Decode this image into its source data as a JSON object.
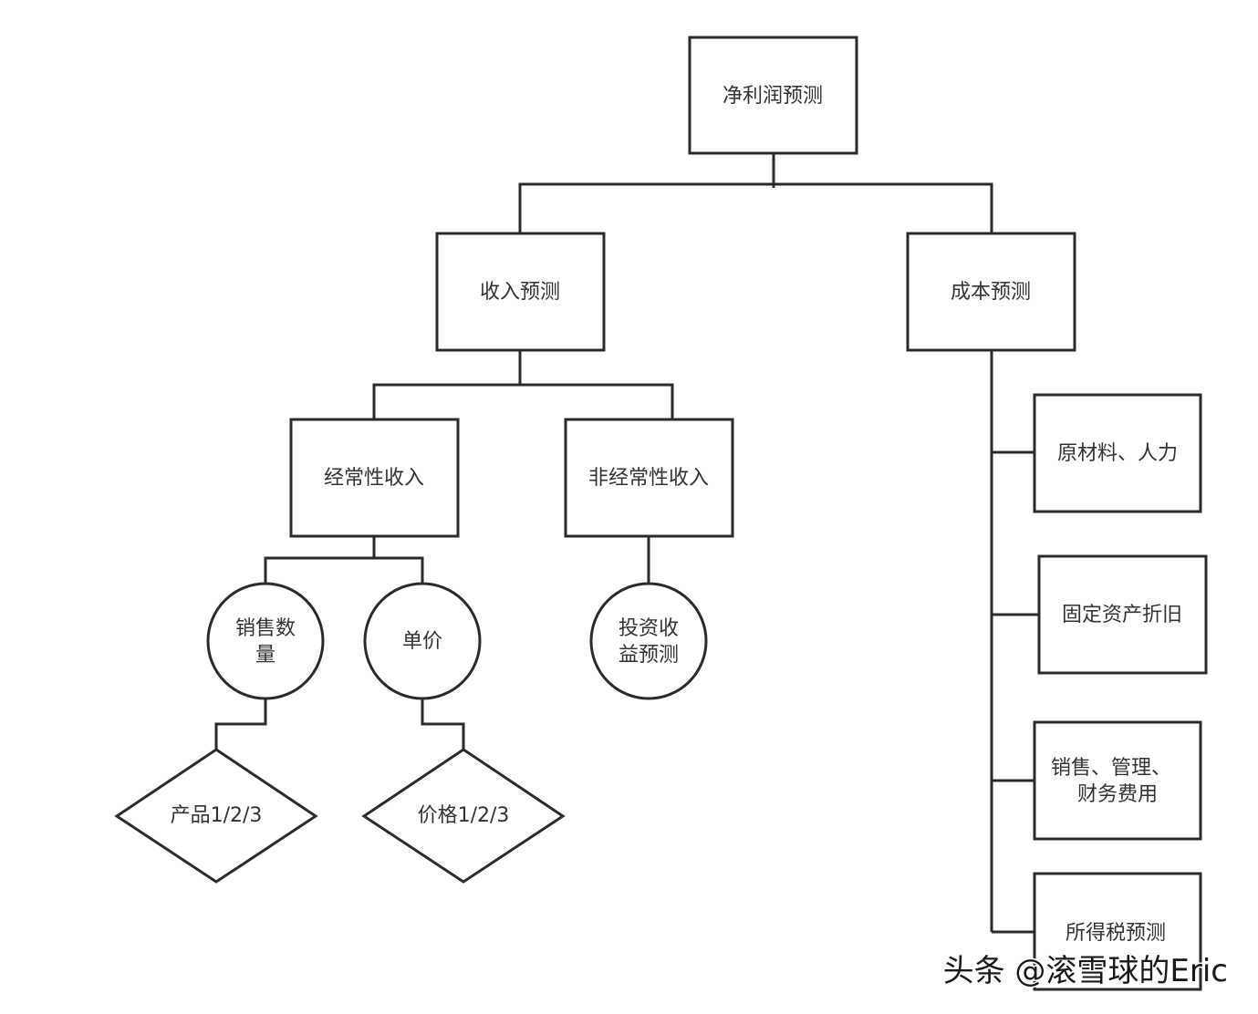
{
  "diagram": {
    "root": "净利润预测",
    "revenue": "收入预测",
    "cost": "成本预测",
    "recurring_income": "经常性收入",
    "nonrecurring_income": "非经常性收入",
    "sales_qty_line1": "销售数",
    "sales_qty_line2": "量",
    "unit_price": "单价",
    "invest_line1": "投资收",
    "invest_line2": "益预测",
    "products": "产品1/2/3",
    "prices": "价格1/2/3",
    "materials": "原材料、人力",
    "depreciation": "固定资产折旧",
    "expenses_line1": "销售、管理、",
    "expenses_line2": "财务费用",
    "income_tax": "所得税预测"
  },
  "watermark": "头条 @滚雪球的Eric"
}
